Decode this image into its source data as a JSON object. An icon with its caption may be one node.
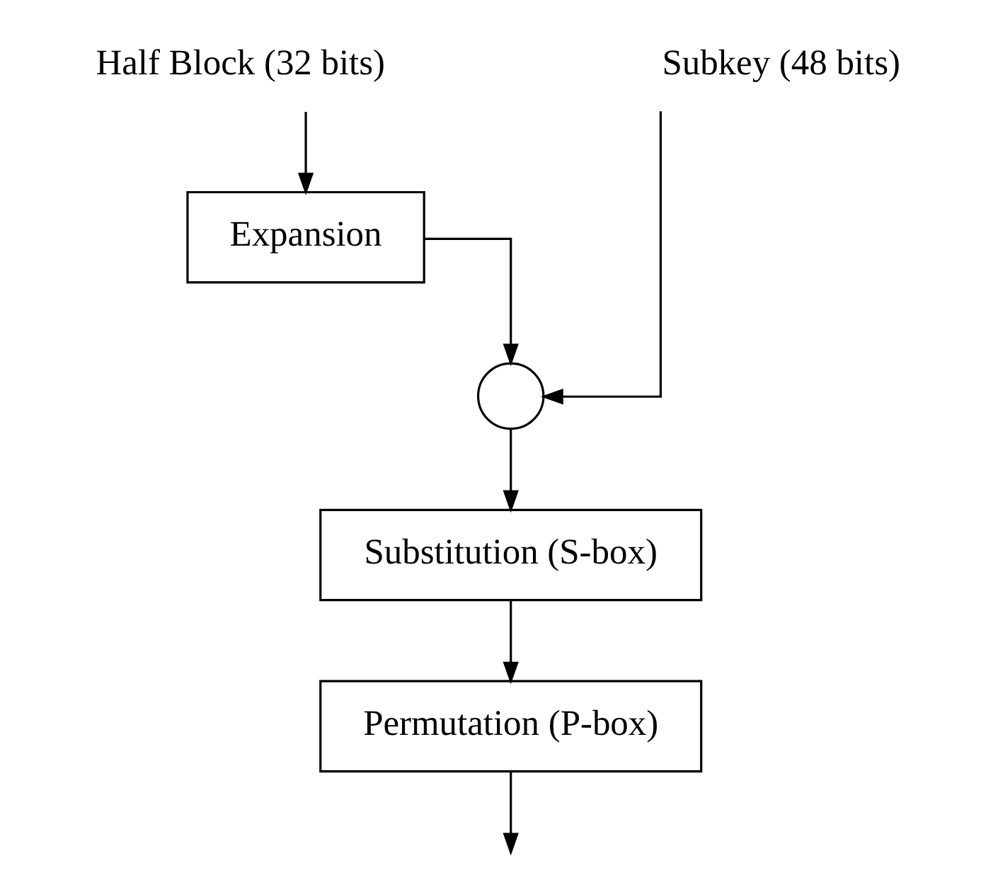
{
  "diagram": {
    "nodes": [
      {
        "text": [
          "Half Block (32 bits)"
        ]
      },
      {
        "text": [
          "Subkey (48 bits)"
        ]
      },
      {
        "text": [
          "Expansion"
        ]
      },
      {
        "text": [],
        "shape": "circle"
      },
      {
        "text": [
          "Substitution (S-box)"
        ]
      },
      {
        "text": [
          "Permutation (P-box)"
        ]
      }
    ],
    "edges": [
      {
        "from": 0,
        "to": 2,
        "arrow": "to"
      },
      {
        "from": 2,
        "to": 3,
        "arrow": "to"
      },
      {
        "from": 1,
        "to": 3,
        "arrow": "to"
      },
      {
        "from": 3,
        "to": 4,
        "arrow": "to"
      },
      {
        "from": 4,
        "to": 5,
        "arrow": "to"
      },
      {
        "from": 5,
        "to": null,
        "arrow": "to"
      }
    ]
  }
}
